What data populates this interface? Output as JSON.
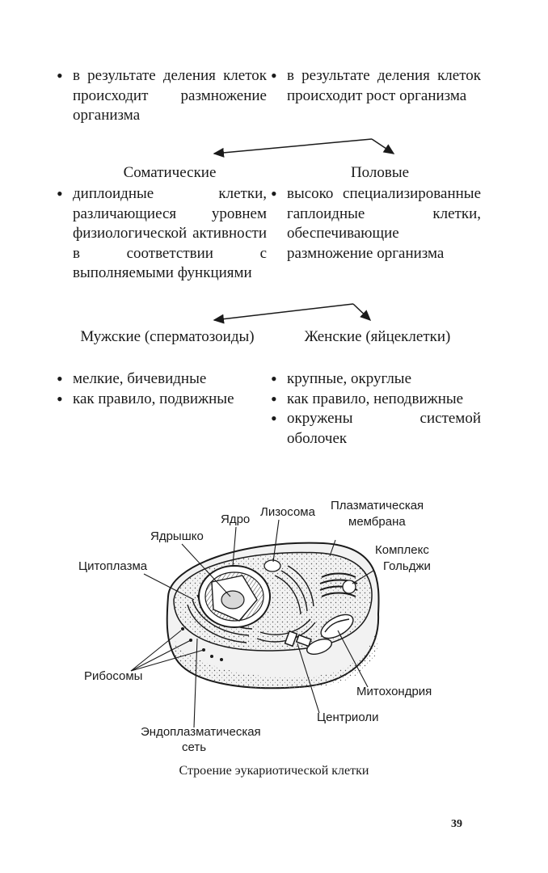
{
  "top": {
    "left_item": "в результате деления клеток происходит размножение организма",
    "right_item": "в результате деления клеток происходит рост организма"
  },
  "cells": {
    "somatic": {
      "heading": "Соматические",
      "item": "диплоидные клетки, различающиеся уровнем физиологической активности в соответствии с выполняемыми функциями"
    },
    "sex": {
      "heading": "Половые",
      "item": "высоко специализированные гаплоидные клетки, обеспечивающие размножение организма"
    }
  },
  "gametes": {
    "male": {
      "heading_line1": "Мужские (сперматозоиды)",
      "items": [
        "мелкие, бичевидные",
        "как правило, подвижные"
      ]
    },
    "female": {
      "heading_line1": "Женские (яйцеклетки)",
      "items": [
        "крупные, округлые",
        "как правило, неподвижные",
        "окружены системой оболочек"
      ]
    }
  },
  "figure": {
    "labels": {
      "membrane_1": "Плазматическая",
      "membrane_2": "мембрана",
      "lysosome": "Лизосома",
      "nucleus": "Ядро",
      "nucleolus": "Ядрышко",
      "cytoplasm": "Цитоплазма",
      "golgi_1": "Комплекс",
      "golgi_2": "Гольджи",
      "ribosomes": "Рибосомы",
      "mitochondria": "Митохондрия",
      "centrioles": "Центриоли",
      "er_1": "Эндоплазматическая",
      "er_2": "сеть"
    },
    "caption": "Строение эукариотической клетки"
  },
  "page_number": "39"
}
